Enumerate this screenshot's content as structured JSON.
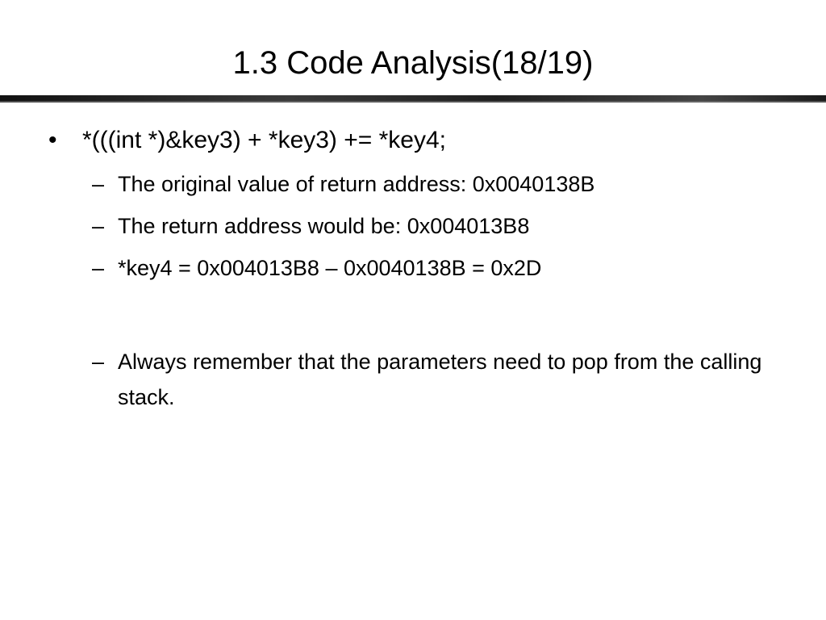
{
  "slide": {
    "title": "1.3 Code Analysis(18/19)",
    "bullets": [
      {
        "marker": "•",
        "text": "*(((int *)&key3) + *key3) += *key4;",
        "subitems": [
          {
            "marker": "–",
            "text": "The original value of return address: 0x0040138B"
          },
          {
            "marker": "–",
            "text": "The return address would be: 0x004013B8"
          },
          {
            "marker": "–",
            "text": "*key4 = 0x004013B8 – 0x0040138B = 0x2D"
          },
          {
            "marker": "–",
            "text": "Always remember that the parameters need to pop from the calling stack."
          }
        ]
      }
    ]
  }
}
